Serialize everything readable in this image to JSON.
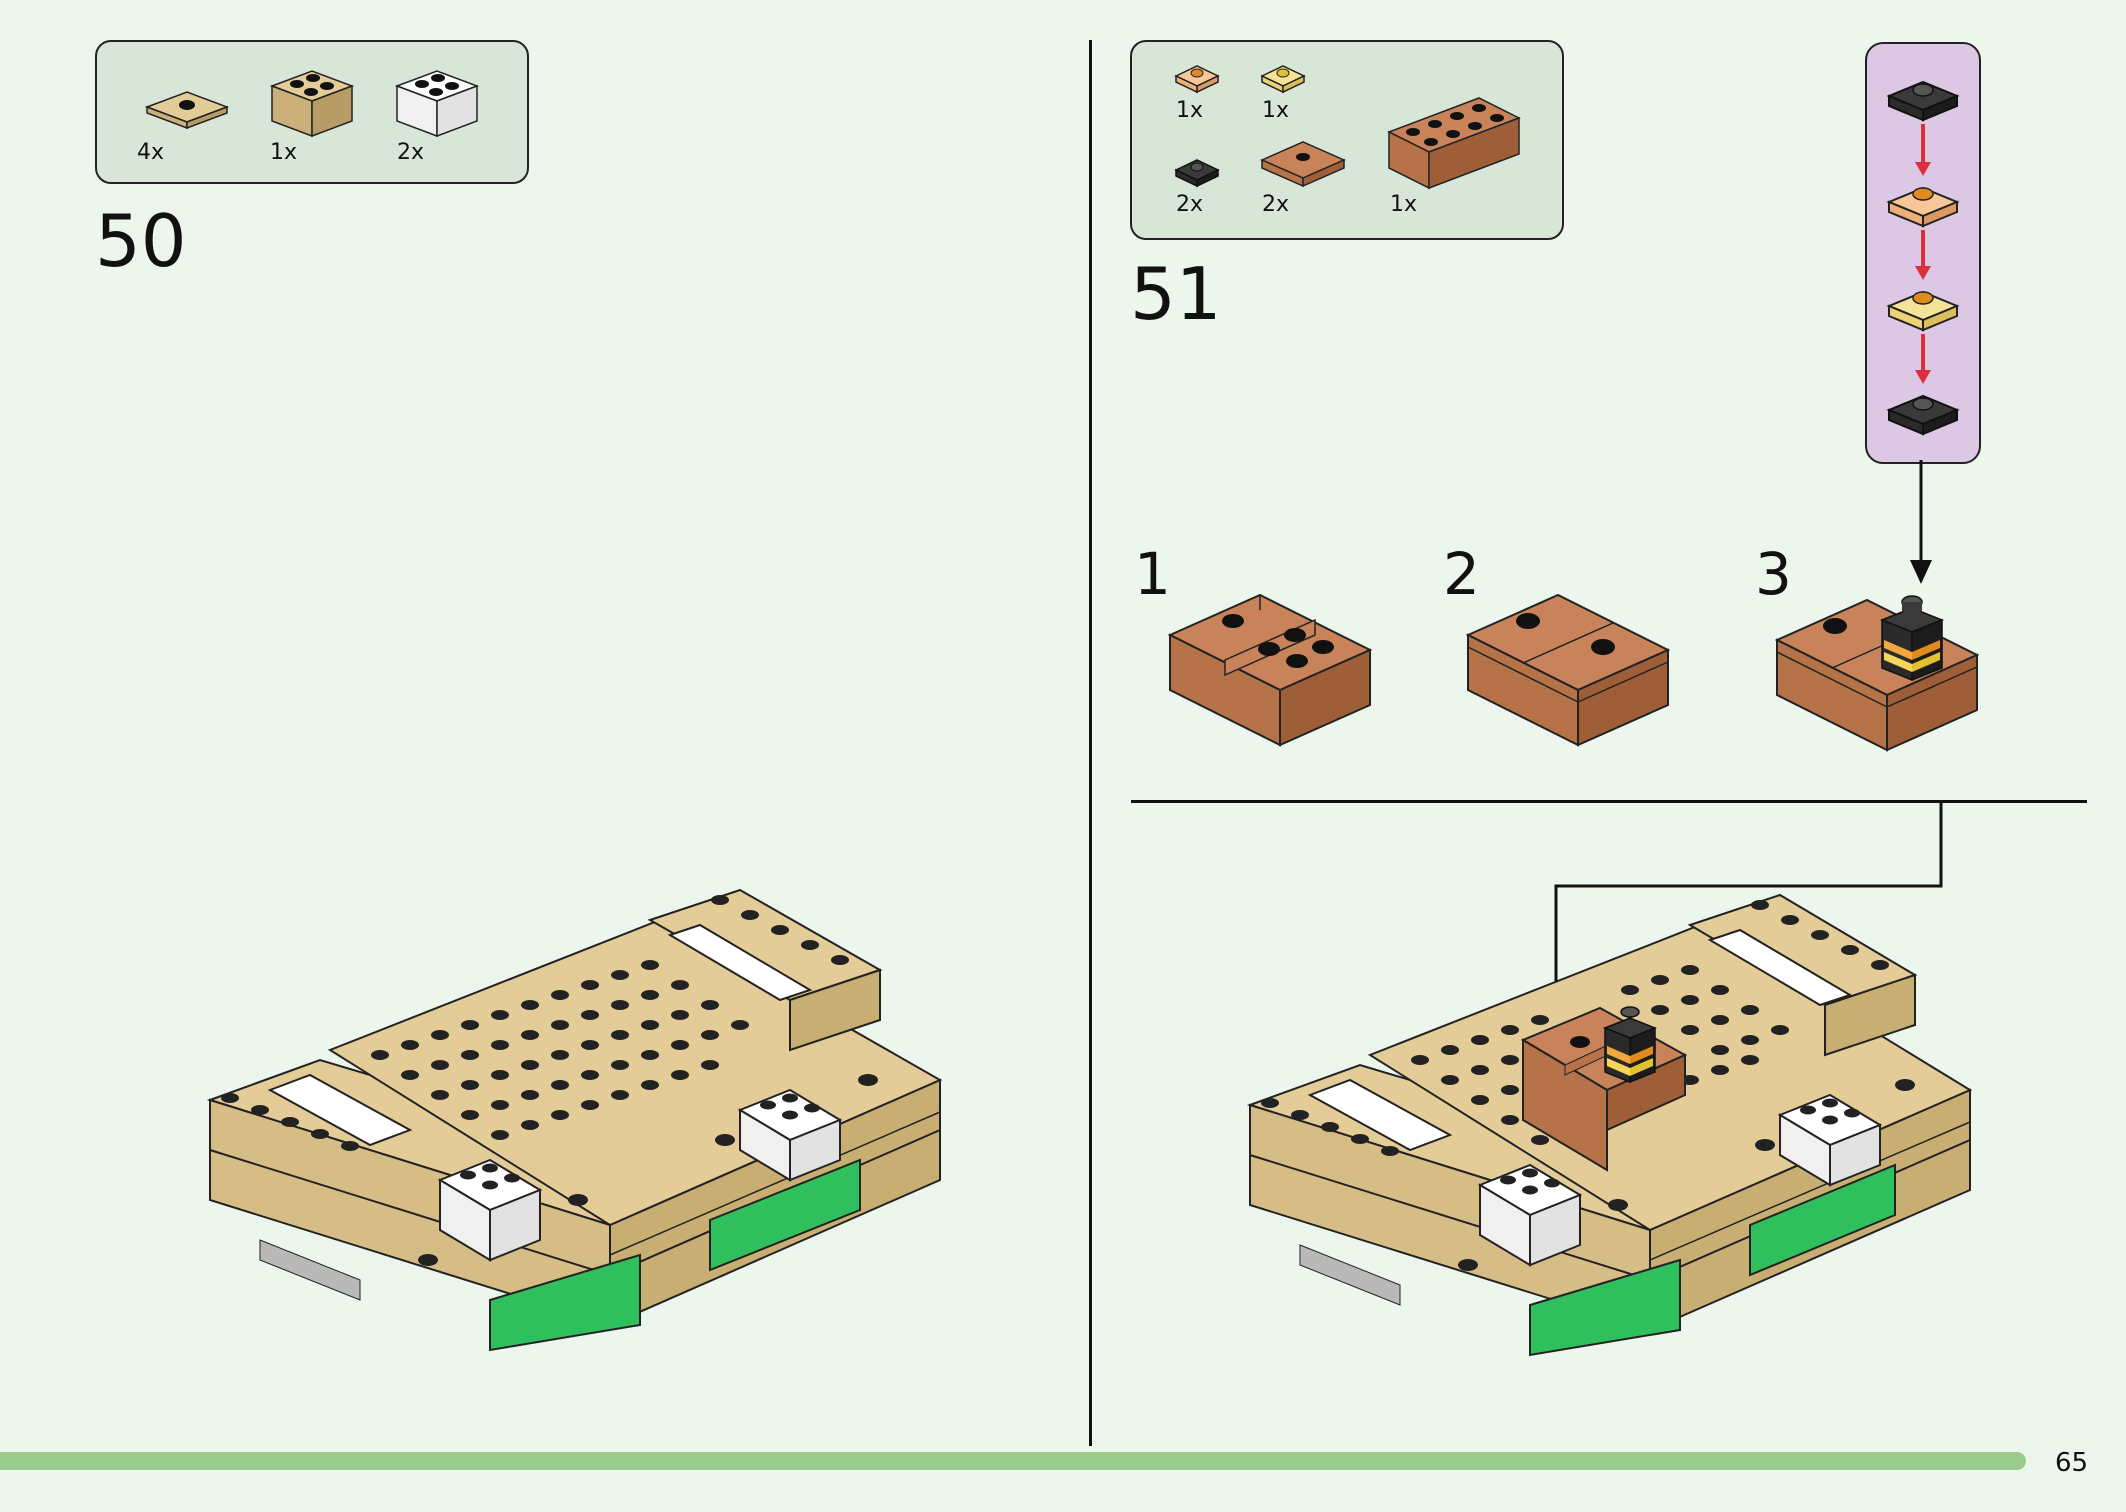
{
  "page": {
    "number": "65"
  },
  "colors": {
    "background": "#ecf6ec",
    "tan": "#d9c08a",
    "brown": "#b9764f",
    "green": "#2fbf5c",
    "parts_box": "#d8e6d8",
    "sub_assembly_box": "#dcc8e4",
    "arrow_red": "#d9303a",
    "progress_bar": "#9ccc8c"
  },
  "steps": [
    {
      "number": "50",
      "parts": [
        {
          "name": "tan-round-plate-1x1-icon",
          "count": "4x"
        },
        {
          "name": "tan-brick-2x2-icon",
          "count": "1x"
        },
        {
          "name": "white-brick-2x2-icon",
          "count": "2x"
        }
      ]
    },
    {
      "number": "51",
      "parts": [
        {
          "name": "orange-trans-round-plate-icon",
          "count": "1x"
        },
        {
          "name": "yellow-trans-round-plate-icon",
          "count": "1x"
        },
        {
          "name": "black-plate-1x1-icon",
          "count": "2x"
        },
        {
          "name": "brown-plate-2x2-icon",
          "count": "2x"
        },
        {
          "name": "brown-brick-2x4-icon",
          "count": "1x"
        }
      ],
      "sub_steps": [
        "1",
        "2",
        "3"
      ]
    }
  ]
}
